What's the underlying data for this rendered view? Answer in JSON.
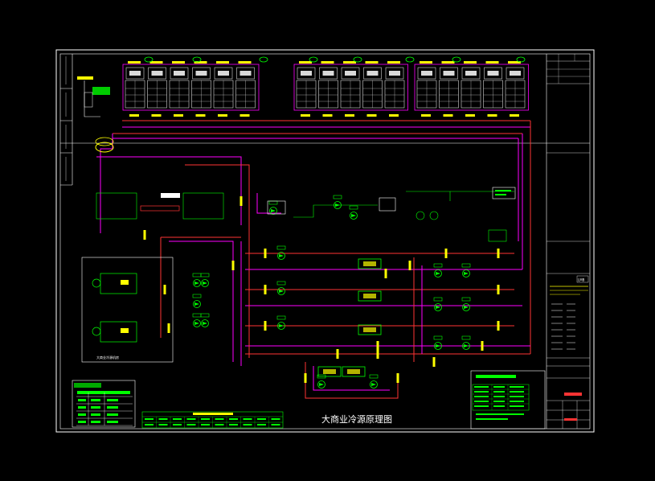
{
  "drawing": {
    "title": "大商业冷源原理图",
    "bottom_left_caption": "大商业冷源机房",
    "company_logo": "LMB",
    "cooling_tower_count": 16,
    "chiller_count": 5,
    "chiller_pump_count": 5,
    "heat_exchanger_count": 2
  },
  "colors": {
    "background": "#000000",
    "frame": "#ffffff",
    "chilled_supply": "#ff3333",
    "chilled_return": "#ff00ff",
    "equipment": "#00ff00",
    "labels": "#ffff00"
  }
}
